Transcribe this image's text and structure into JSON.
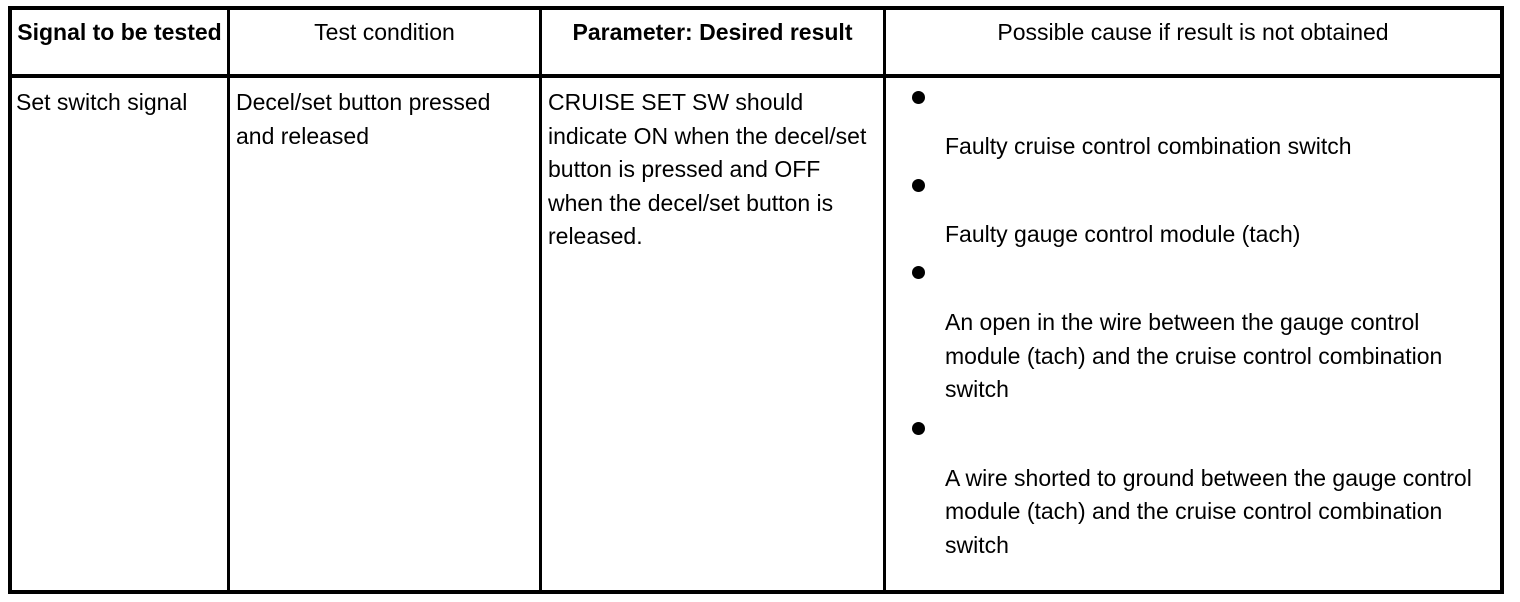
{
  "table": {
    "headers": [
      {
        "label": "Signal to be tested",
        "bold": true,
        "align": "center"
      },
      {
        "label": "Test condition",
        "bold": false,
        "align": "center"
      },
      {
        "label": "Parameter: Desired result",
        "bold": true,
        "align": "center"
      },
      {
        "label": "Possible cause if result is not obtained",
        "bold": false,
        "align": "center"
      }
    ],
    "rows": [
      {
        "signal": "Set switch signal",
        "test_condition": "Decel/set button pressed and released",
        "parameter_desired_result": "CRUISE SET SW should indicate ON when the decel/set button is pressed and OFF when the decel/set button is released.",
        "possible_causes": [
          "Faulty cruise control combination switch",
          "Faulty gauge control module (tach)",
          "An open in the wire between the gauge control module (tach) and the cruise control combination switch",
          "A wire shorted to ground between the gauge control module (tach) and the cruise control combination switch"
        ]
      }
    ]
  },
  "style": {
    "text_color": "#000000",
    "background_color": "#ffffff",
    "border_color": "#000000",
    "bullet_glyph": "filled-circle"
  }
}
